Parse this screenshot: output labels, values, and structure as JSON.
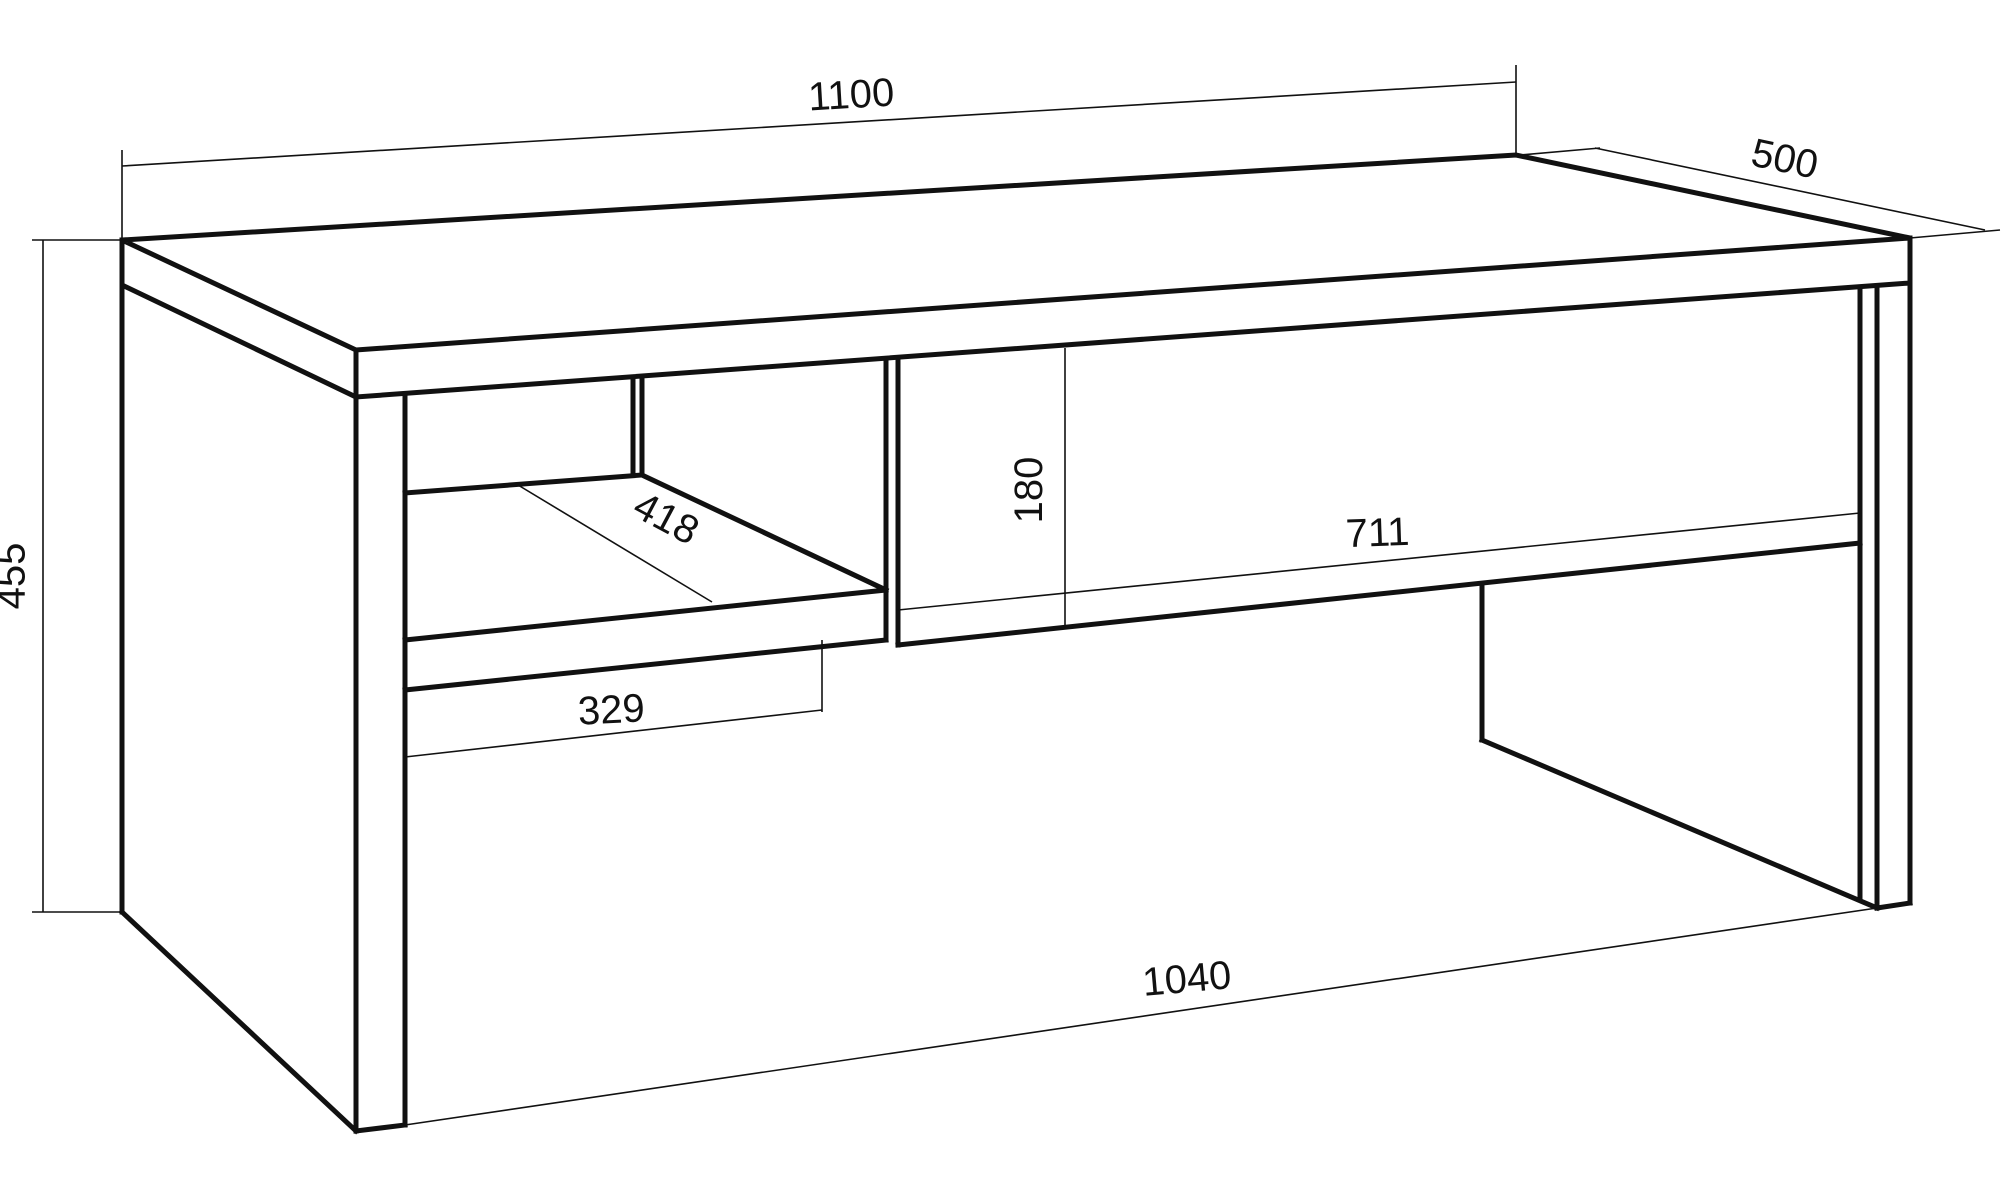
{
  "drawing": {
    "subject": "coffee table technical drawing",
    "units": "mm",
    "line_color": "#111111",
    "background": "#ffffff"
  },
  "dimensions": {
    "overall_width": "1100",
    "depth": "500",
    "height": "455",
    "inner_shelf_depth": "418",
    "left_niche_width": "329",
    "drawer_height": "180",
    "drawer_width": "711",
    "inner_base_width": "1040"
  }
}
